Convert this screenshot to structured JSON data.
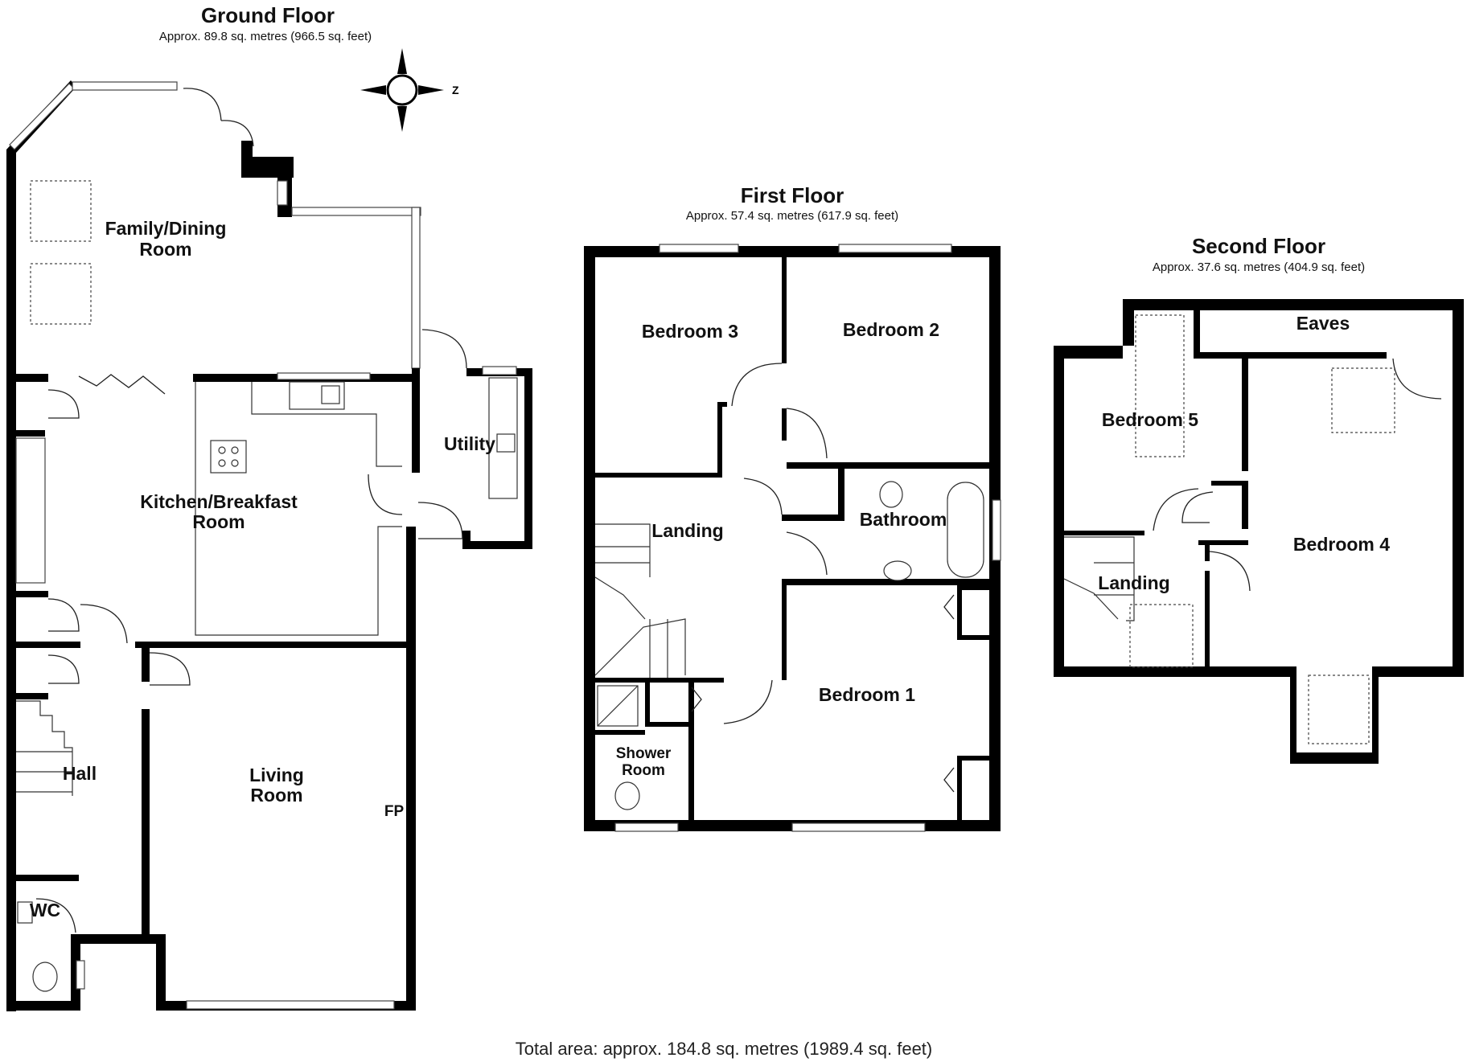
{
  "floors": {
    "ground": {
      "title": "Ground Floor",
      "area": "Approx. 89.8 sq. metres (966.5 sq. feet)"
    },
    "first": {
      "title": "First Floor",
      "area": "Approx. 57.4 sq. metres (617.9 sq. feet)"
    },
    "second": {
      "title": "Second Floor",
      "area": "Approx. 37.6 sq. metres (404.9 sq. feet)"
    }
  },
  "rooms": {
    "family_dining": [
      "Family/Dining",
      "Room"
    ],
    "kitchen": [
      "Kitchen/Breakfast",
      "Room"
    ],
    "utility": "Utility",
    "hall": "Hall",
    "living": [
      "Living",
      "Room"
    ],
    "fireplace": "FP",
    "wc": "WC",
    "bedroom3": "Bedroom 3",
    "bedroom2": "Bedroom 2",
    "landing1": "Landing",
    "bathroom": "Bathroom",
    "bedroom1": "Bedroom 1",
    "shower": [
      "Shower",
      "Room"
    ],
    "eaves": "Eaves",
    "bedroom5": "Bedroom 5",
    "bedroom4": "Bedroom 4",
    "landing2": "Landing"
  },
  "compass": {
    "label": "Z"
  },
  "total_area": "Total area: approx. 184.8 sq. metres (1989.4 sq. feet)"
}
